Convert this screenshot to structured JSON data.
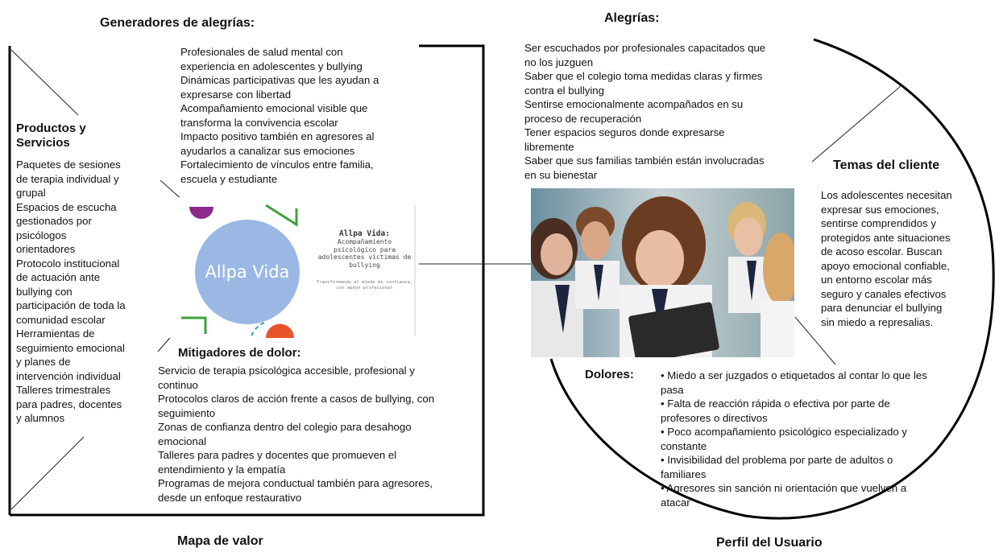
{
  "value_map": {
    "caption": "Mapa de valor",
    "gain_creators": {
      "heading": "Generadores de alegrías:",
      "lines": [
        "Profesionales de salud mental con",
        "experiencia en adolescentes y bullying",
        "Dinámicas participativas que les ayudan a",
        "expresarse con libertad",
        "Acompañamiento emocional visible que",
        "transforma la convivencia escolar",
        "Impacto positivo también en agresores al",
        "ayudarlos a canalizar sus emociones",
        "Fortalecimiento de vínculos entre familia,",
        "escuela y estudiante"
      ]
    },
    "products": {
      "heading": "Productos y Servicios",
      "lines": [
        "Paquetes de sesiones",
        "de terapia individual y",
        "grupal",
        "Espacios de escucha",
        "gestionados por",
        "psicólogos",
        "orientadores",
        "Protocolo institucional",
        "de actuación ante",
        "bullying con",
        "participación de toda la",
        "comunidad escolar",
        "Herramientas de",
        "seguimiento emocional",
        "y planes de",
        "intervención individual",
        "Talleres trimestrales",
        "para padres, docentes",
        "y alumnos"
      ]
    },
    "pain_relievers": {
      "heading": "Mitigadores de dolor:",
      "lines": [
        "Servicio de terapia psicológica accesible, profesional y",
        "continuo",
        "Protocolos claros de acción frente a casos de bullying, con",
        "seguimiento",
        "Zonas de confianza dentro del colegio para desahogo",
        "emocional",
        "Talleres para padres y docentes que promueven el",
        "entendimiento y la empatía",
        "Programas de mejora conductual también para agresores,",
        "desde un enfoque restaurativo"
      ]
    },
    "logo": {
      "name": "Allpa Vida",
      "side_title": "Allpa Vida:",
      "side_subtitle": "Acompañamiento psicológico para adolescentes víctimas de bullying",
      "side_fine": "Transformando el miedo en confianza, con apoyo profesional",
      "colors": {
        "circle": "#9ab8e3",
        "purple": "#8e2a8c",
        "green": "#3ca33a",
        "orange": "#e8542a",
        "teal": "#2fa3b8"
      }
    }
  },
  "user_profile": {
    "caption": "Perfil del Usuario",
    "gains": {
      "heading": "Alegrías:",
      "lines": [
        "Ser escuchados por profesionales capacitados que",
        "no los juzguen",
        "Saber que el colegio toma medidas claras y firmes",
        "contra el bullying",
        "Sentirse emocionalmente acompañados en su",
        "proceso de recuperación",
        "Tener espacios seguros donde expresarse",
        "libremente",
        "Saber que sus familias también están involucradas",
        "en su bienestar"
      ]
    },
    "customer_jobs": {
      "heading": "Temas del cliente",
      "lines": [
        "Los adolescentes necesitan",
        "expresar sus emociones,",
        "sentirse comprendidos y",
        "protegidos ante situaciones",
        "de acoso escolar. Buscan",
        "apoyo emocional confiable,",
        "un entorno escolar más",
        "seguro y canales efectivos",
        "para denunciar el bullying",
        "sin miedo a represalias."
      ]
    },
    "pains": {
      "heading": "Dolores:",
      "lines": [
        "• Miedo a ser juzgados o etiquetados al contar lo que les",
        "pasa",
        "• Falta de reacción rápida o efectiva por parte de",
        "profesores o directivos",
        "• Poco acompañamiento psicológico especializado y",
        "constante",
        "• Invisibilidad del problema por parte de adultos o",
        "familiares",
        "• Agresores sin sanción ni orientación que vuelven a",
        "atacar"
      ]
    },
    "photo": {
      "icon": "students-photo"
    }
  }
}
